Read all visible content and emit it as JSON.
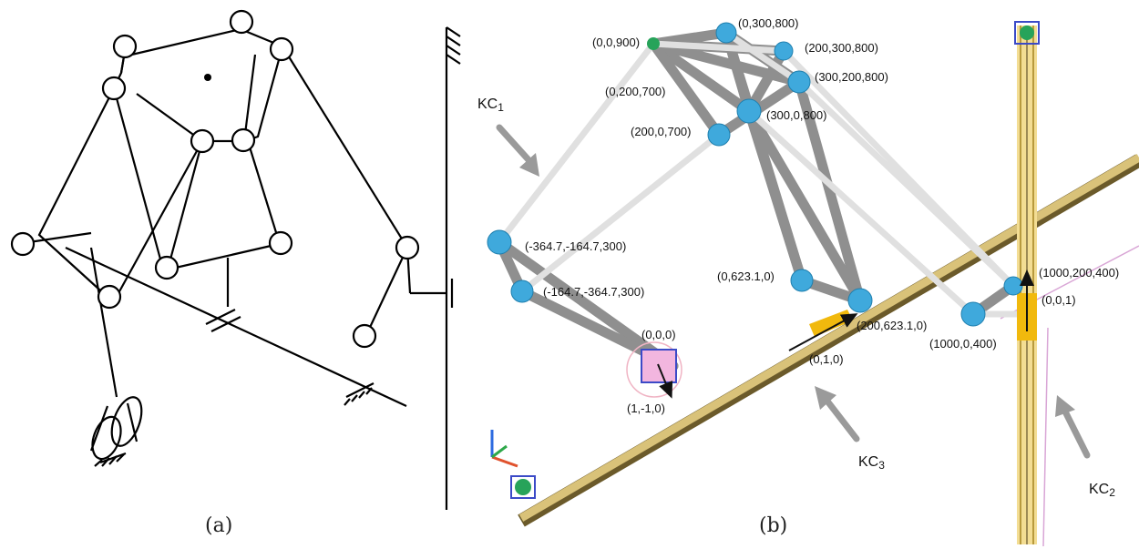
{
  "panel_a": {
    "caption": "(a)"
  },
  "panel_b": {
    "caption": "(b)",
    "coords": {
      "c0": "(0,0,900)",
      "c1": "(0,300,800)",
      "c2": "(200,300,800)",
      "c3": "(300,200,800)",
      "c4": "(0,200,700)",
      "c5": "(300,0,800)",
      "c6": "(200,0,700)",
      "c7": "(-364.7,-164.7,300)",
      "c8": "(-164.7,-364.7,300)",
      "c9": "(0,0,0)",
      "c10": "(1,-1,0)",
      "c11": "(0,623.1,0)",
      "c12": "(200,623.1,0)",
      "c13": "(0,1,0)",
      "c14": "(1000,200,400)",
      "c15": "(0,0,1)",
      "c16": "(1000,0,400)"
    },
    "kc1": {
      "main": "KC",
      "sub": "1"
    },
    "kc2": {
      "main": "KC",
      "sub": "2"
    },
    "kc3": {
      "main": "KC",
      "sub": "3"
    },
    "colors": {
      "joint": "#3fa9dc",
      "fixed_joint": "#27a35a",
      "link": "#c9c9c9",
      "rail": "#e3b94a",
      "arrow": "#9a9a9a"
    }
  }
}
